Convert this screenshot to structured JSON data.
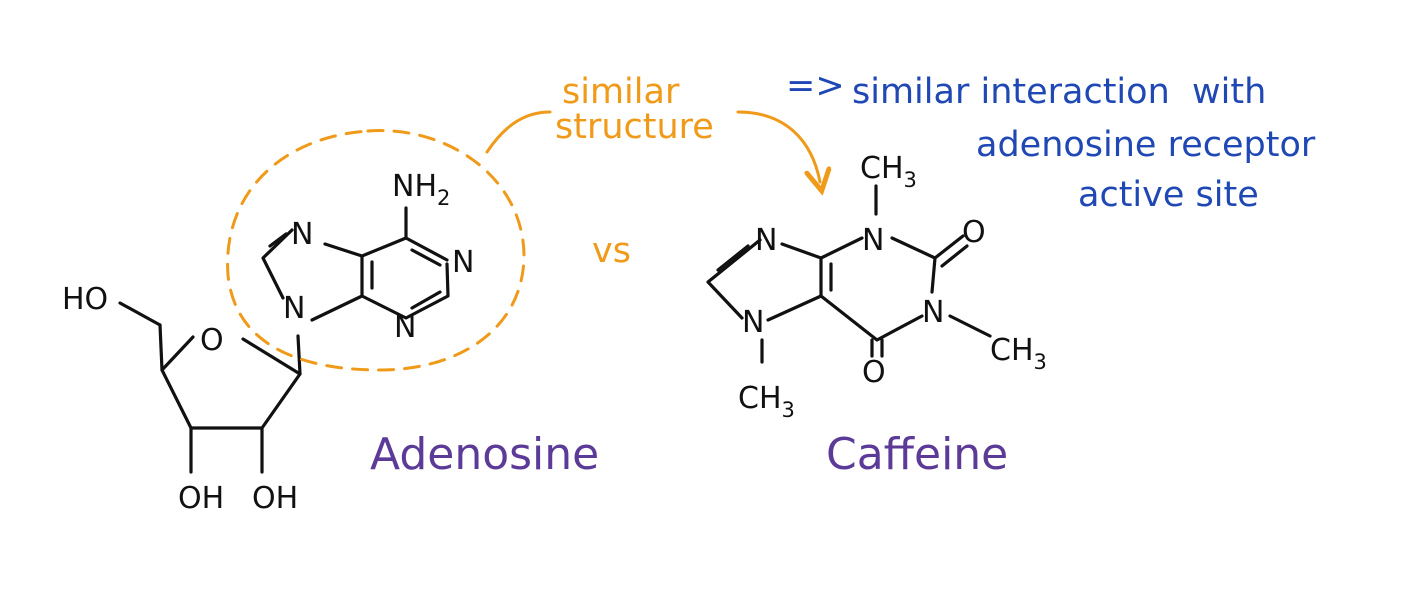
{
  "colors": {
    "ink": "#111111",
    "orange": "#f09a1a",
    "blue": "#1f48b4",
    "purple": "#5b3a98"
  },
  "annotation": {
    "line1": "similar",
    "line2": "structure",
    "vs": "vs",
    "arrow_glyph": "=>",
    "conclusion": [
      "similar interaction  with",
      "adenosine receptor",
      "active site"
    ]
  },
  "adenosine": {
    "name": "Adenosine",
    "labels": {
      "nh": "NH",
      "nh_sub": "2",
      "n_top": "N",
      "n_right": "N",
      "n_bottom": "N",
      "n_left": "N",
      "ring_o": "O",
      "ho": "HO",
      "oh1": "OH",
      "oh2": "OH"
    }
  },
  "caffeine": {
    "name": "Caffeine",
    "labels": {
      "n_top_left": "N",
      "n_top_right": "N",
      "n_right": "N",
      "n_bottom_left": "N",
      "o_top": "O",
      "o_bottom": "O",
      "ch_top": "CH",
      "ch_top_sub": "3",
      "ch_right": "CH",
      "ch_right_sub": "3",
      "ch_bottom": "CH",
      "ch_bottom_sub": "3"
    }
  }
}
